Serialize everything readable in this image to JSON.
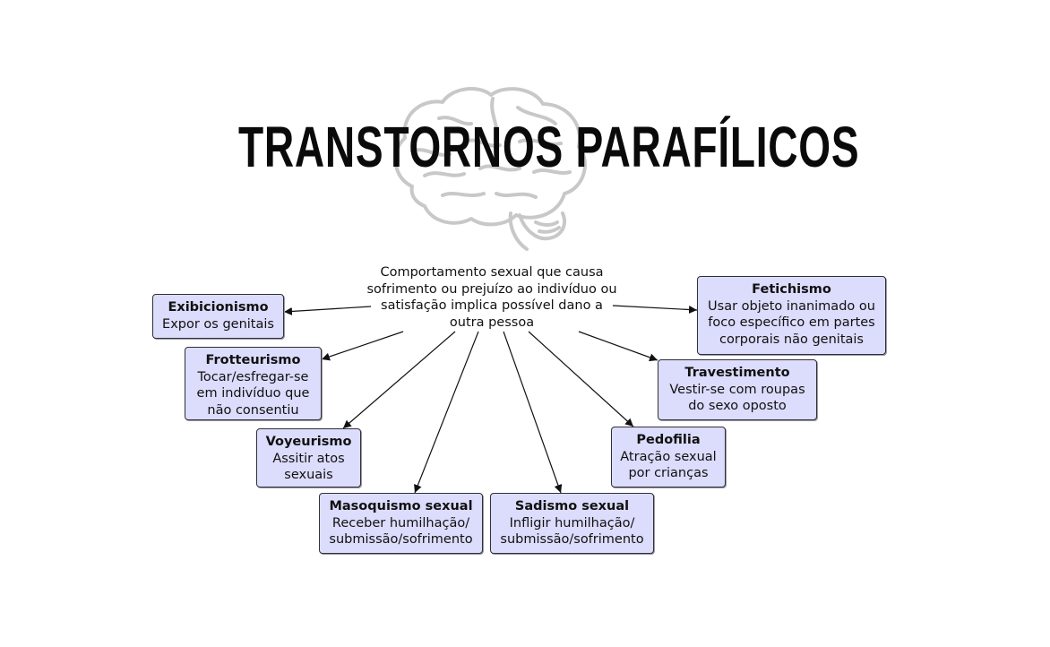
{
  "title": "TRANSTORNOS PARAFÍLICOS",
  "center_text": "Comportamento sexual que causa sofrimento ou prejuízo ao indivíduo ou satisfação implica possível dano a outra pessoa",
  "nodes": [
    {
      "id": "exibicionismo",
      "title": "Exibicionismo",
      "desc": "Expor os genitais"
    },
    {
      "id": "frotteurismo",
      "title": "Frotteurismo",
      "desc": "Tocar/esfregar-se em indivíduo que não consentiu"
    },
    {
      "id": "voyeurismo",
      "title": "Voyeurismo",
      "desc": "Assitir atos sexuais"
    },
    {
      "id": "masoquismo",
      "title": "Masoquismo sexual",
      "desc": "Receber humilhação/ submissão/sofrimento"
    },
    {
      "id": "sadismo",
      "title": "Sadismo sexual",
      "desc": "Infligir humilhação/ submissão/sofrimento"
    },
    {
      "id": "pedofilia",
      "title": "Pedofilia",
      "desc": "Atração sexual por crianças"
    },
    {
      "id": "travestimento",
      "title": "Travestimento",
      "desc": "Vestir-se com roupas do sexo oposto"
    },
    {
      "id": "fetichismo",
      "title": "Fetichismo",
      "desc": "Usar objeto inanimado ou foco específico em partes corporais não genitais"
    }
  ],
  "colors": {
    "node_fill": "#dcdcfc",
    "node_border": "#303036",
    "brain_outline": "#c8c8c8",
    "title": "#0a0a0a"
  },
  "icons": {
    "background": "brain-icon"
  }
}
